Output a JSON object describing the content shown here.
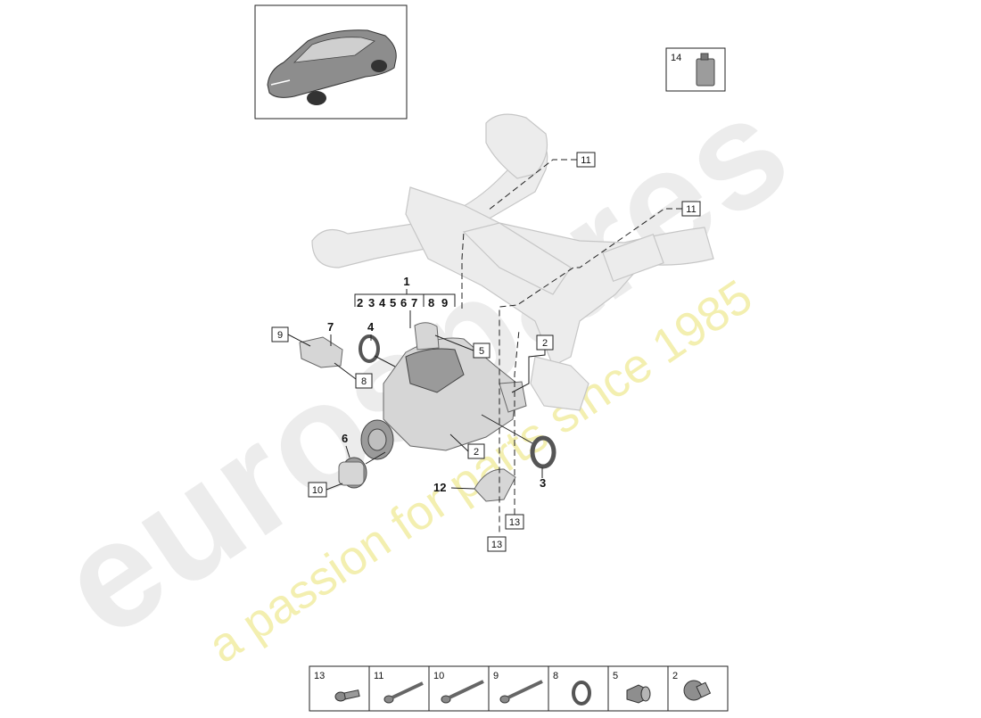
{
  "watermark": {
    "brand": "eurospares",
    "tagline": "a passion for parts since 1985"
  },
  "header_box": {
    "label": "14"
  },
  "main_callout": {
    "top": "1",
    "sub": [
      "2",
      "3",
      "4",
      "5",
      "6",
      "7",
      "8",
      "9"
    ]
  },
  "callouts": {
    "c4": "4",
    "c7": "7",
    "c6": "6",
    "c3": "3",
    "c12": "12"
  },
  "boxed_callouts": {
    "b9": "9",
    "b8": "8",
    "b5": "5",
    "b2a": "2",
    "b2b": "2",
    "b10": "10",
    "b11a": "11",
    "b11b": "11",
    "b13a": "13",
    "b13b": "13"
  },
  "legend": [
    {
      "label": "13",
      "icon": "short-bolt-icon"
    },
    {
      "label": "11",
      "icon": "long-bolt-icon"
    },
    {
      "label": "10",
      "icon": "long-bolt-icon"
    },
    {
      "label": "9",
      "icon": "long-bolt-icon"
    },
    {
      "label": "8",
      "icon": "ring-seal-icon"
    },
    {
      "label": "5",
      "icon": "plug-icon"
    },
    {
      "label": "2",
      "icon": "screw-plug-icon"
    }
  ]
}
